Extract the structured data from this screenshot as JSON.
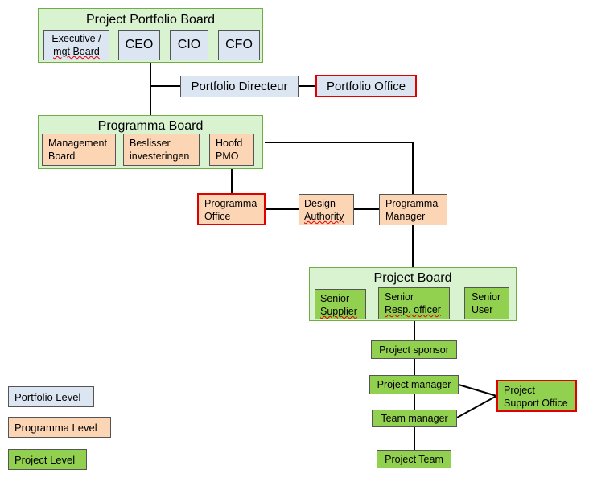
{
  "portfolio_board": {
    "title": "Project Portfolio Board",
    "members": {
      "executive": "Executive /",
      "executive_line2": "mgt Board",
      "ceo": "CEO",
      "cio": "CIO",
      "cfo": "CFO"
    }
  },
  "portfolio_directeur": "Portfolio Directeur",
  "portfolio_office": "Portfolio Office",
  "programma_board": {
    "title": "Programma Board",
    "management_board": "Management\nBoard",
    "beslisser": "Beslisser\ninvesteringen",
    "hoofd_pmo": "Hoofd\nPMO"
  },
  "programma_office": "Programma\nOffice",
  "design_authority": "Design",
  "design_authority_line2": "Authority",
  "programma_manager": "Programma\nManager",
  "project_board": {
    "title": "Project Board",
    "senior_supplier": "Senior",
    "senior_supplier_line2": "Supplier",
    "senior_resp": "Senior",
    "senior_resp_line2": "Resp. officer",
    "senior_user": "Senior\nUser"
  },
  "project_sponsor": "Project sponsor",
  "project_manager": "Project manager",
  "team_manager": "Team manager",
  "project_team": "Project Team",
  "project_support_office": "Project\nSupport Office",
  "legend": {
    "portfolio_level": "Portfolio Level",
    "programma_level": "Programma Level",
    "project_level": "Project Level"
  },
  "colors": {
    "portfolio": "#dce6f2",
    "programma": "#fcd5b5",
    "project": "#92d050",
    "group_bg": "#d9f2d0",
    "office_border": "#e00000"
  }
}
